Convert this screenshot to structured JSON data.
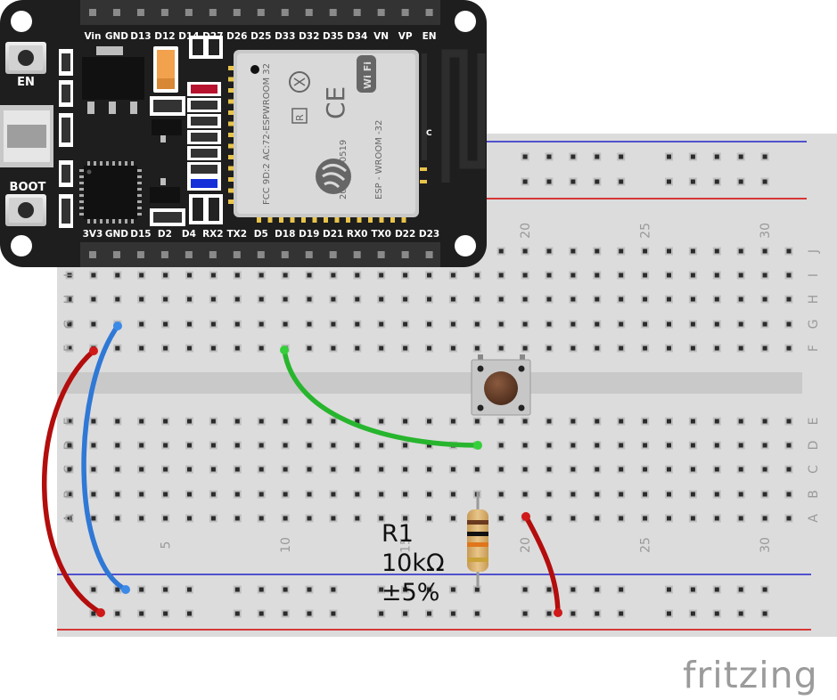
{
  "board": {
    "top_pins": [
      "Vin",
      "GND",
      "D13",
      "D12",
      "D14",
      "D27",
      "D26",
      "D25",
      "D33",
      "D32",
      "D35",
      "D34",
      "VN",
      "VP",
      "EN"
    ],
    "bottom_pins": [
      "3V3",
      "GND",
      "D15",
      "D2",
      "D4",
      "RX2",
      "TX2",
      "D5",
      "D18",
      "D19",
      "D21",
      "RX0",
      "TX0",
      "D22",
      "D23"
    ],
    "buttons": {
      "en": "EN",
      "boot": "BOOT"
    },
    "module": {
      "name": "ESP - WROOM -32",
      "fcc": "FCC 9D:2 AC:72-ESPWROOM  32",
      "cert": "205 - 000519",
      "wifi": "Wi Fi",
      "r_mark": "R",
      "ce_mark": "CE",
      "antenna_mark": "C"
    }
  },
  "breadboard": {
    "column_numbers": [
      "5",
      "10",
      "15",
      "20",
      "25",
      "30"
    ],
    "top_rows": [
      "J",
      "I",
      "H",
      "G",
      "F"
    ],
    "bottom_rows": [
      "E",
      "D",
      "C",
      "B",
      "A"
    ]
  },
  "resistor": {
    "name": "R1",
    "value": "10kΩ",
    "tolerance": "±5%"
  },
  "brand": "fritzing",
  "colors": {
    "board": "#1e1e1e",
    "breadboard": "#dcdcdc",
    "wire_red": "#b30d0d",
    "wire_blue": "#2f78d6",
    "wire_green": "#28b52e",
    "rail_red": "#d40000",
    "rail_blue": "#2323c8"
  }
}
